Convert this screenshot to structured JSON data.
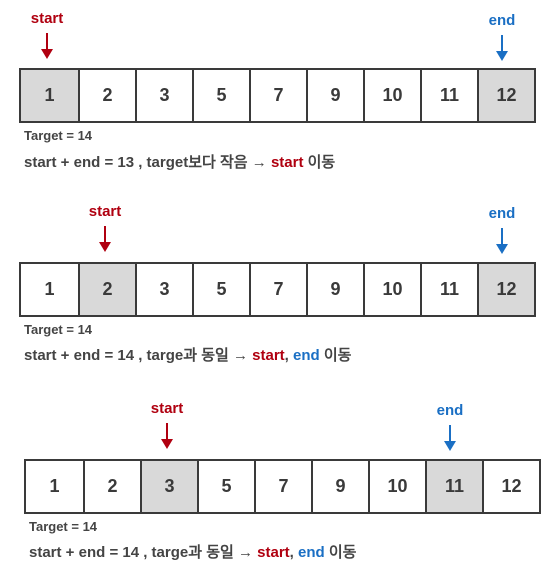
{
  "array_values": [
    "1",
    "2",
    "3",
    "5",
    "7",
    "9",
    "10",
    "11",
    "12"
  ],
  "colors": {
    "start": "#b00010",
    "end": "#1a6fc4",
    "highlight": "#d9d9d9",
    "border": "#3a3a3a"
  },
  "steps": [
    {
      "start_label": "start",
      "end_label": "end",
      "start_index": 0,
      "end_index": 8,
      "target": "Target = 14",
      "caption_prefix": "start + end = 13 , target보다 작음 → ",
      "caption_start": "start",
      "caption_sep": "",
      "caption_end": "",
      "caption_suffix": " 이동"
    },
    {
      "start_label": "start",
      "end_label": "end",
      "start_index": 1,
      "end_index": 8,
      "target": "Target = 14",
      "caption_prefix": "start + end = 14 , targe과 동일 → ",
      "caption_start": "start",
      "caption_sep": ", ",
      "caption_end": "end",
      "caption_suffix": " 이동"
    },
    {
      "start_label": "start",
      "end_label": "end",
      "start_index": 2,
      "end_index": 7,
      "target": "Target = 14",
      "caption_prefix": "start + end = 14 , targe과 동일 → ",
      "caption_start": "start",
      "caption_sep": ", ",
      "caption_end": "end",
      "caption_suffix": " 이동"
    }
  ]
}
